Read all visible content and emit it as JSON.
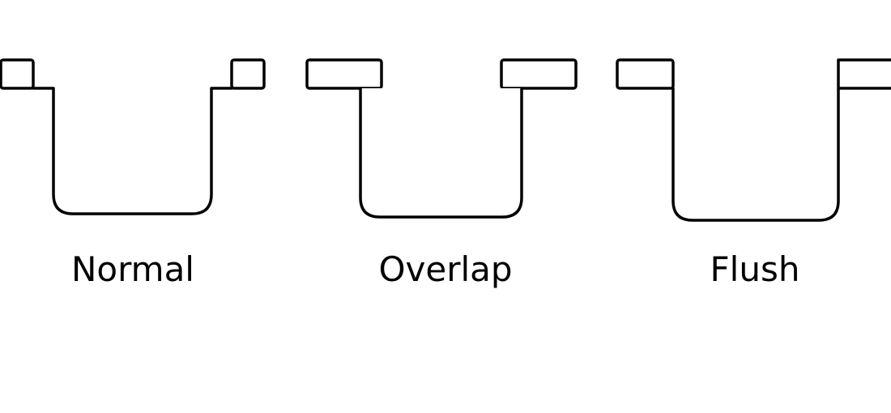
{
  "diagram": {
    "panels": [
      {
        "id": "normal",
        "label": "Normal"
      },
      {
        "id": "overlap",
        "label": "Overlap"
      },
      {
        "id": "flush",
        "label": "Flush"
      }
    ]
  },
  "colors": {
    "background": "#ffffff",
    "stroke": "#000000",
    "text": "#000000"
  }
}
